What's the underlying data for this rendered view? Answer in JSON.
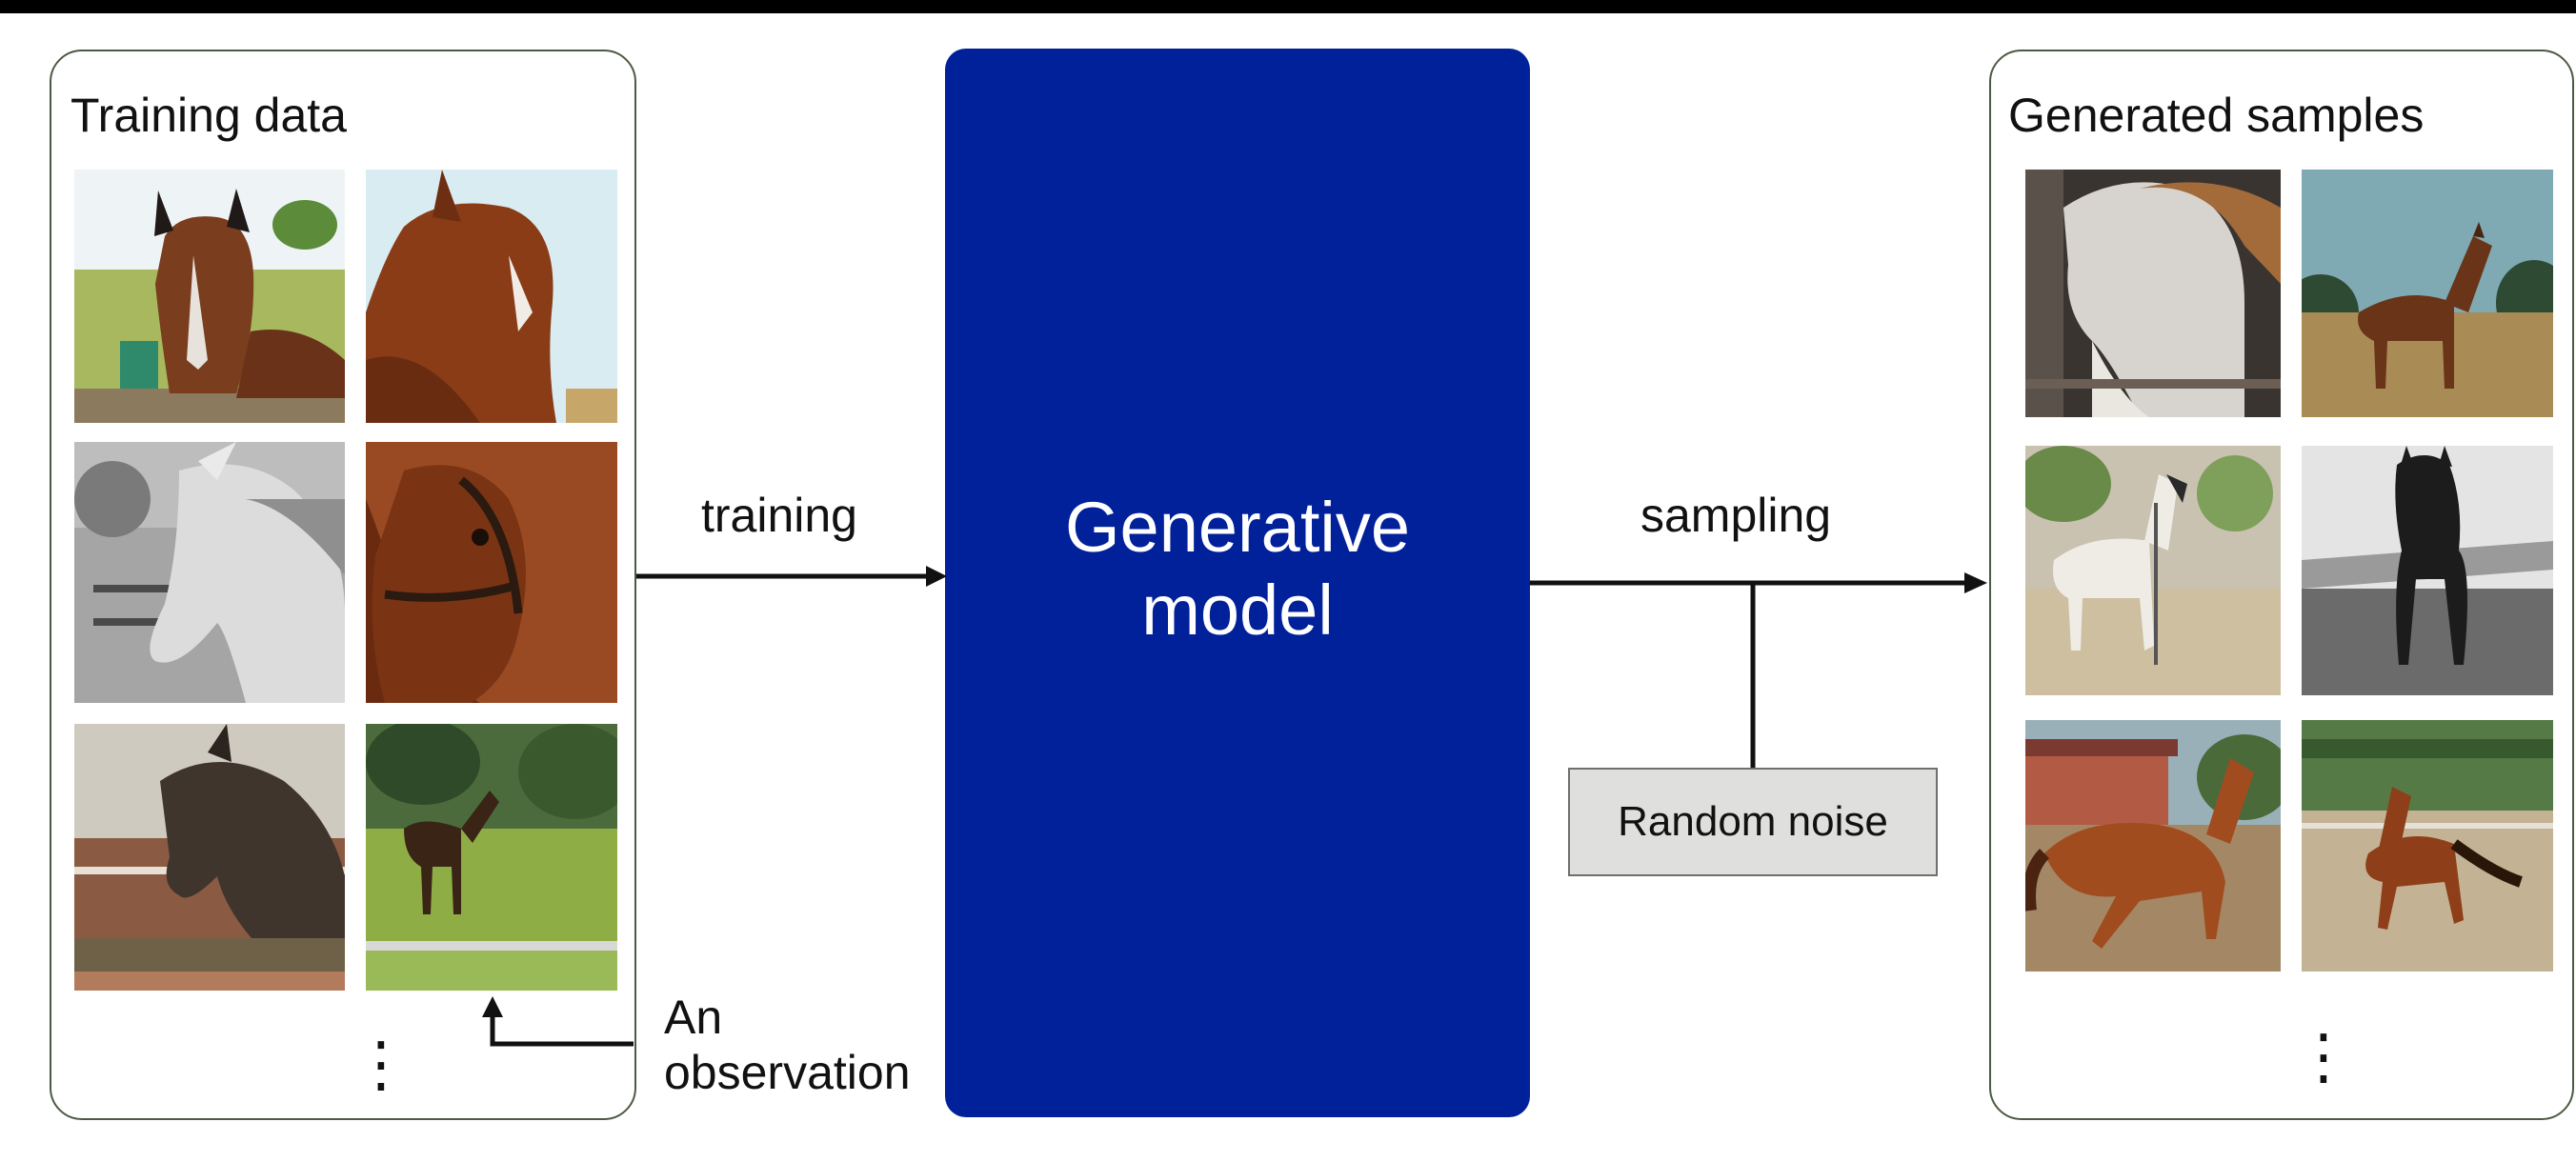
{
  "panels": {
    "training_title": "Training data",
    "generated_title": "Generated samples",
    "ellipsis": "⋮"
  },
  "model": {
    "line1": "Generative",
    "line2": "model",
    "color": "#00219a"
  },
  "edges": {
    "training": "training",
    "sampling": "sampling",
    "observation_line1": "An",
    "observation_line2": "observation"
  },
  "noise": {
    "label": "Random noise"
  },
  "images": {
    "training": [
      {
        "name": "training-horse-1"
      },
      {
        "name": "training-horse-2"
      },
      {
        "name": "training-horse-3"
      },
      {
        "name": "training-horse-4"
      },
      {
        "name": "training-horse-5"
      },
      {
        "name": "training-horse-6"
      }
    ],
    "generated": [
      {
        "name": "generated-horse-1"
      },
      {
        "name": "generated-horse-2"
      },
      {
        "name": "generated-horse-3"
      },
      {
        "name": "generated-horse-4"
      },
      {
        "name": "generated-horse-5"
      },
      {
        "name": "generated-horse-6"
      }
    ]
  }
}
